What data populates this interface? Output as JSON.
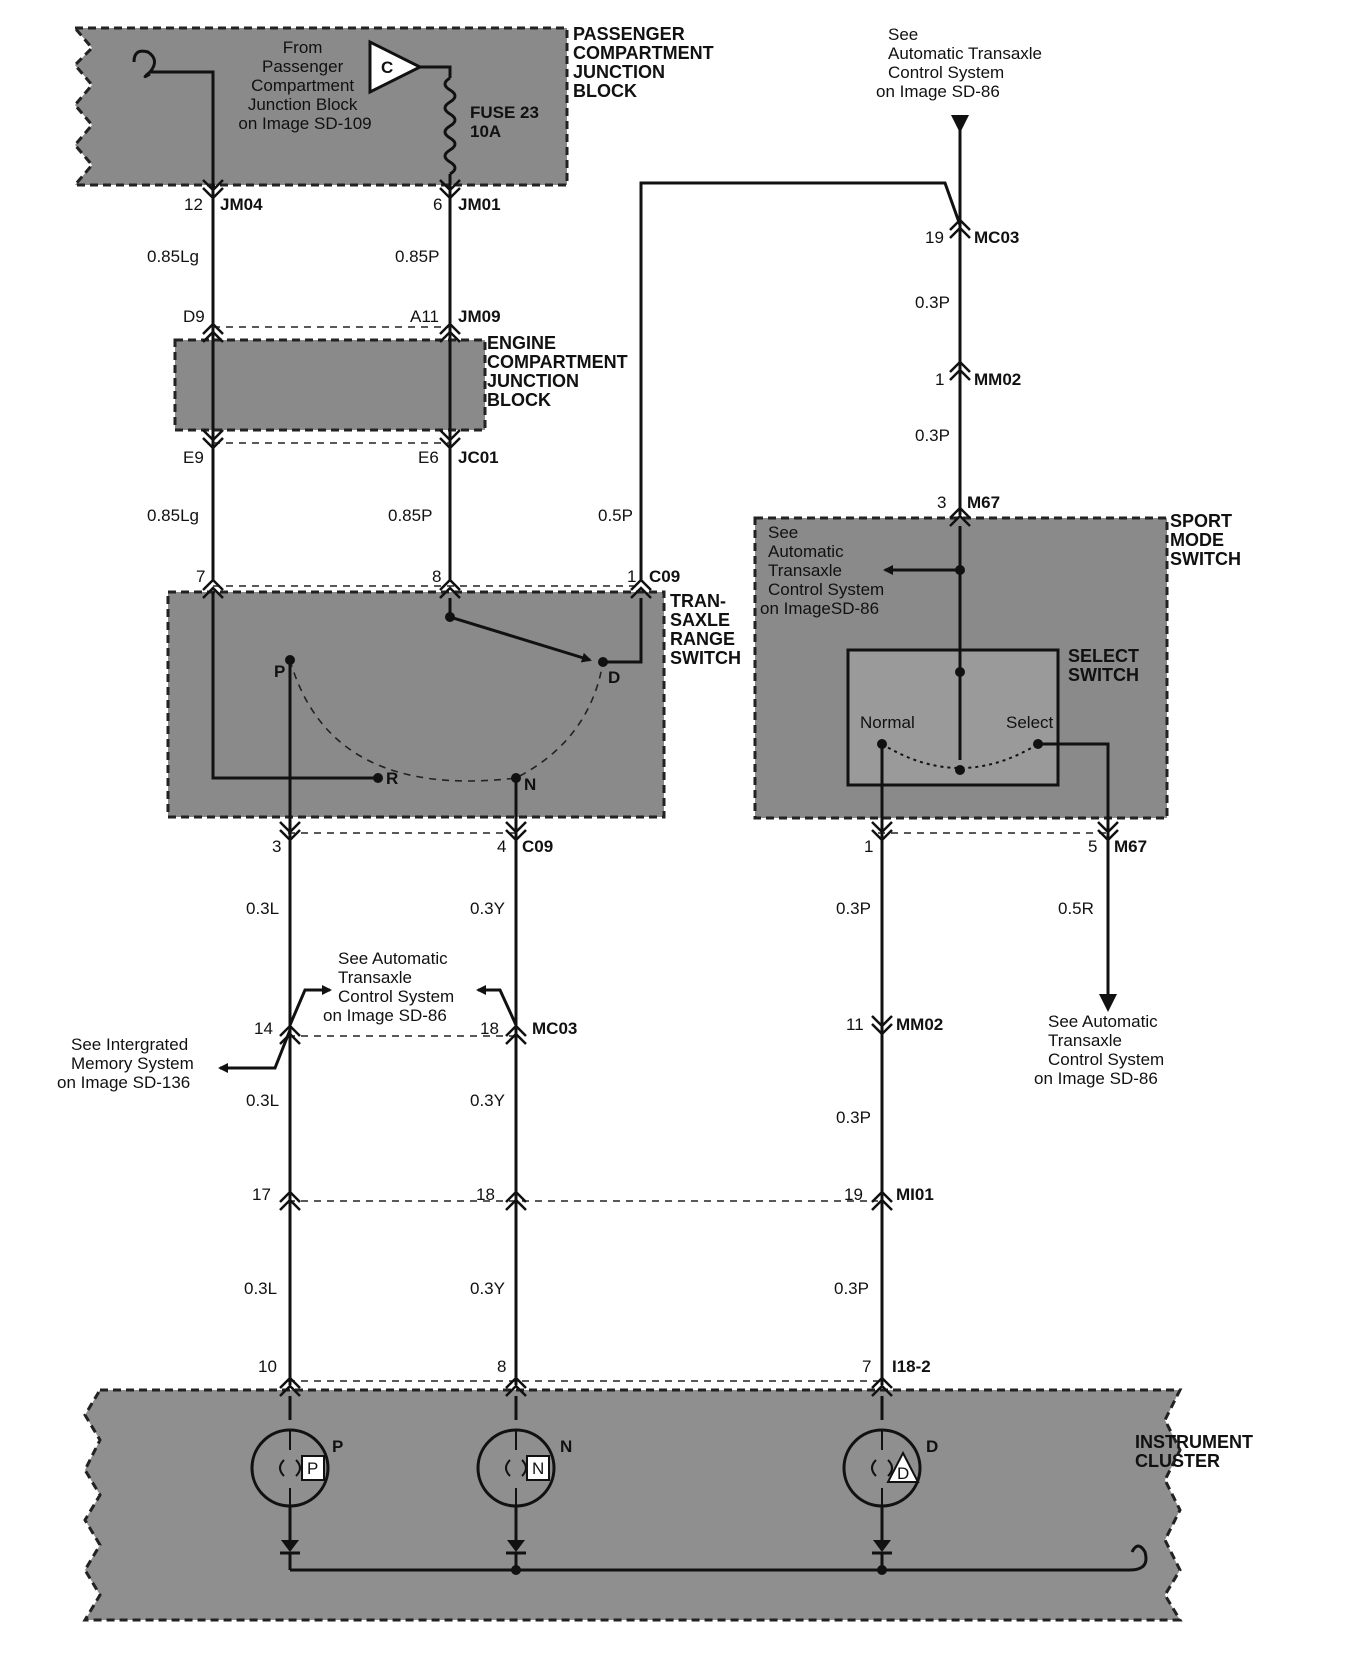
{
  "blocks": {
    "passenger_junction": "PASSENGER COMPARTMENT JUNCTION BLOCK",
    "engine_junction": "ENGINE COMPARTMENT JUNCTION BLOCK",
    "transaxle_switch": "TRAN- SAXLE RANGE SWITCH",
    "sport_mode_switch": "SPORT MODE SWITCH",
    "select_switch": "SELECT SWITCH",
    "instrument_cluster": "INSTRUMENT CLUSTER"
  },
  "notes": {
    "from_passenger": "From Passenger Compartment Junction Block on Image SD-109",
    "see_atcs_top": "See Automatic Transaxle Control System on Image SD-86",
    "see_atcs_sport": "See Automatic Transaxle Control System on ImageSD-86",
    "see_atcs_mid": "See Automatic Transaxle Control System on Image SD-86",
    "see_memory": "See Intergrated Memory System on Image SD-136",
    "see_atcs_right": "See Automatic Transaxle Control System on Image SD-86"
  },
  "fuse": {
    "name": "FUSE 23",
    "rating": "10A",
    "symbol": "C"
  },
  "connectors": {
    "jm04": "JM04",
    "jm01": "JM01",
    "jm09": "JM09",
    "jc01": "JC01",
    "c09": "C09",
    "c09b": "C09",
    "mc03": "MC03",
    "mc03b": "MC03",
    "mm02": "MM02",
    "mm02b": "MM02",
    "m67": "M67",
    "m67b": "M67",
    "mi01": "MI01",
    "i18": "I18-2"
  },
  "pins": {
    "p12": "12",
    "p6": "6",
    "d9": "D9",
    "a11": "A11",
    "e9": "E9",
    "e6": "E6",
    "p7": "7",
    "p8": "8",
    "p1": "1",
    "p19": "19",
    "p1mm": "1",
    "p3m67": "3",
    "p3": "3",
    "p4": "4",
    "p1m67": "1",
    "p5": "5",
    "p14": "14",
    "p18": "18",
    "p11": "11",
    "p17": "17",
    "p18b": "18",
    "p19b": "19",
    "p10": "10",
    "p8b": "8",
    "p7b": "7"
  },
  "wires": {
    "w085lg_a": "0.85Lg",
    "w085p_a": "0.85P",
    "w085lg_b": "0.85Lg",
    "w085p_b": "0.85P",
    "w05p": "0.5P",
    "w03p_a": "0.3P",
    "w03p_b": "0.3P",
    "w03l_a": "0.3L",
    "w03y_a": "0.3Y",
    "w03p_c": "0.3P",
    "w05r": "0.5R",
    "w03l_b": "0.3L",
    "w03y_b": "0.3Y",
    "w03p_d": "0.3P",
    "w03l_c": "0.3L",
    "w03y_c": "0.3Y",
    "w03p_e": "0.3P"
  },
  "switch_positions": {
    "p": "P",
    "r": "R",
    "n": "N",
    "d": "D"
  },
  "select_positions": {
    "normal": "Normal",
    "select": "Select"
  },
  "lamps": {
    "p": {
      "label": "P",
      "symbol": "P"
    },
    "n": {
      "label": "N",
      "symbol": "N"
    },
    "d": {
      "label": "D",
      "symbol": "D"
    }
  }
}
